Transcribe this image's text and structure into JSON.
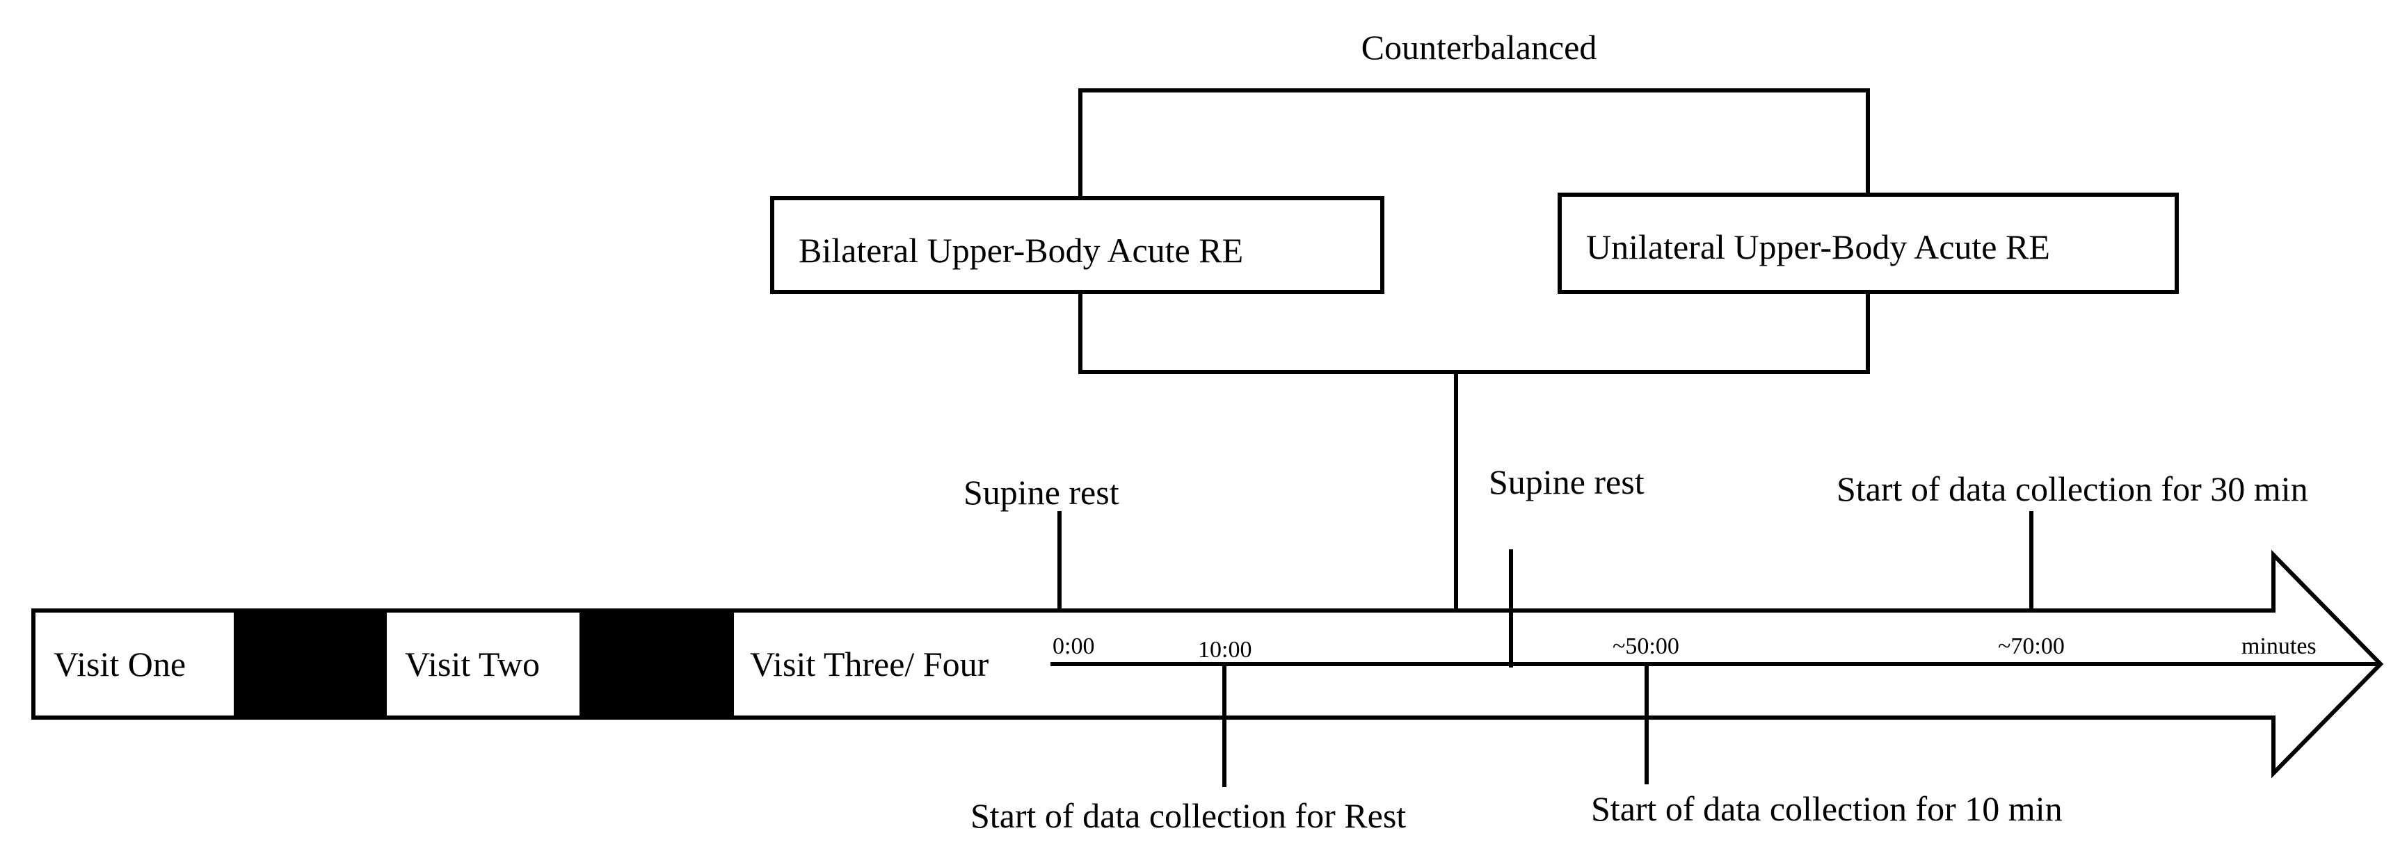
{
  "counterbalanced_label": "Counterbalanced",
  "conditions": {
    "bilateral": "Bilateral Upper-Body Acute RE",
    "unilateral": "Unilateral Upper-Body Acute RE"
  },
  "visits": [
    "Visit One",
    "Visit Two",
    "Visit Three/ Four"
  ],
  "timeline": {
    "ticks": [
      "0:00",
      "10:00",
      "~50:00",
      "~70:00"
    ],
    "unit_label": "minutes"
  },
  "annotations": {
    "supine_rest_1": "Supine rest",
    "supine_rest_2": "Supine rest",
    "start_rest": "Start of data collection for Rest",
    "start_10min": "Start of data collection for 10 min",
    "start_30min": "Start of data collection for 30 min"
  }
}
